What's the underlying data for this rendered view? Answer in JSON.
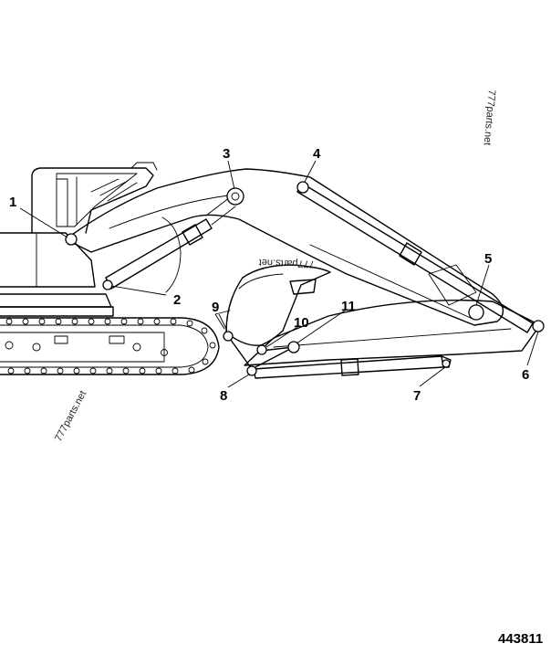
{
  "callouts": [
    {
      "label": "1"
    },
    {
      "label": "2"
    },
    {
      "label": "3"
    },
    {
      "label": "4"
    },
    {
      "label": "5"
    },
    {
      "label": "6"
    },
    {
      "label": "7"
    },
    {
      "label": "8"
    },
    {
      "label": "9"
    },
    {
      "label": "10"
    },
    {
      "label": "11"
    }
  ],
  "watermarks": [
    "777parts.net",
    "777parts.net",
    "777parts.net"
  ],
  "drawing_id": "443811"
}
